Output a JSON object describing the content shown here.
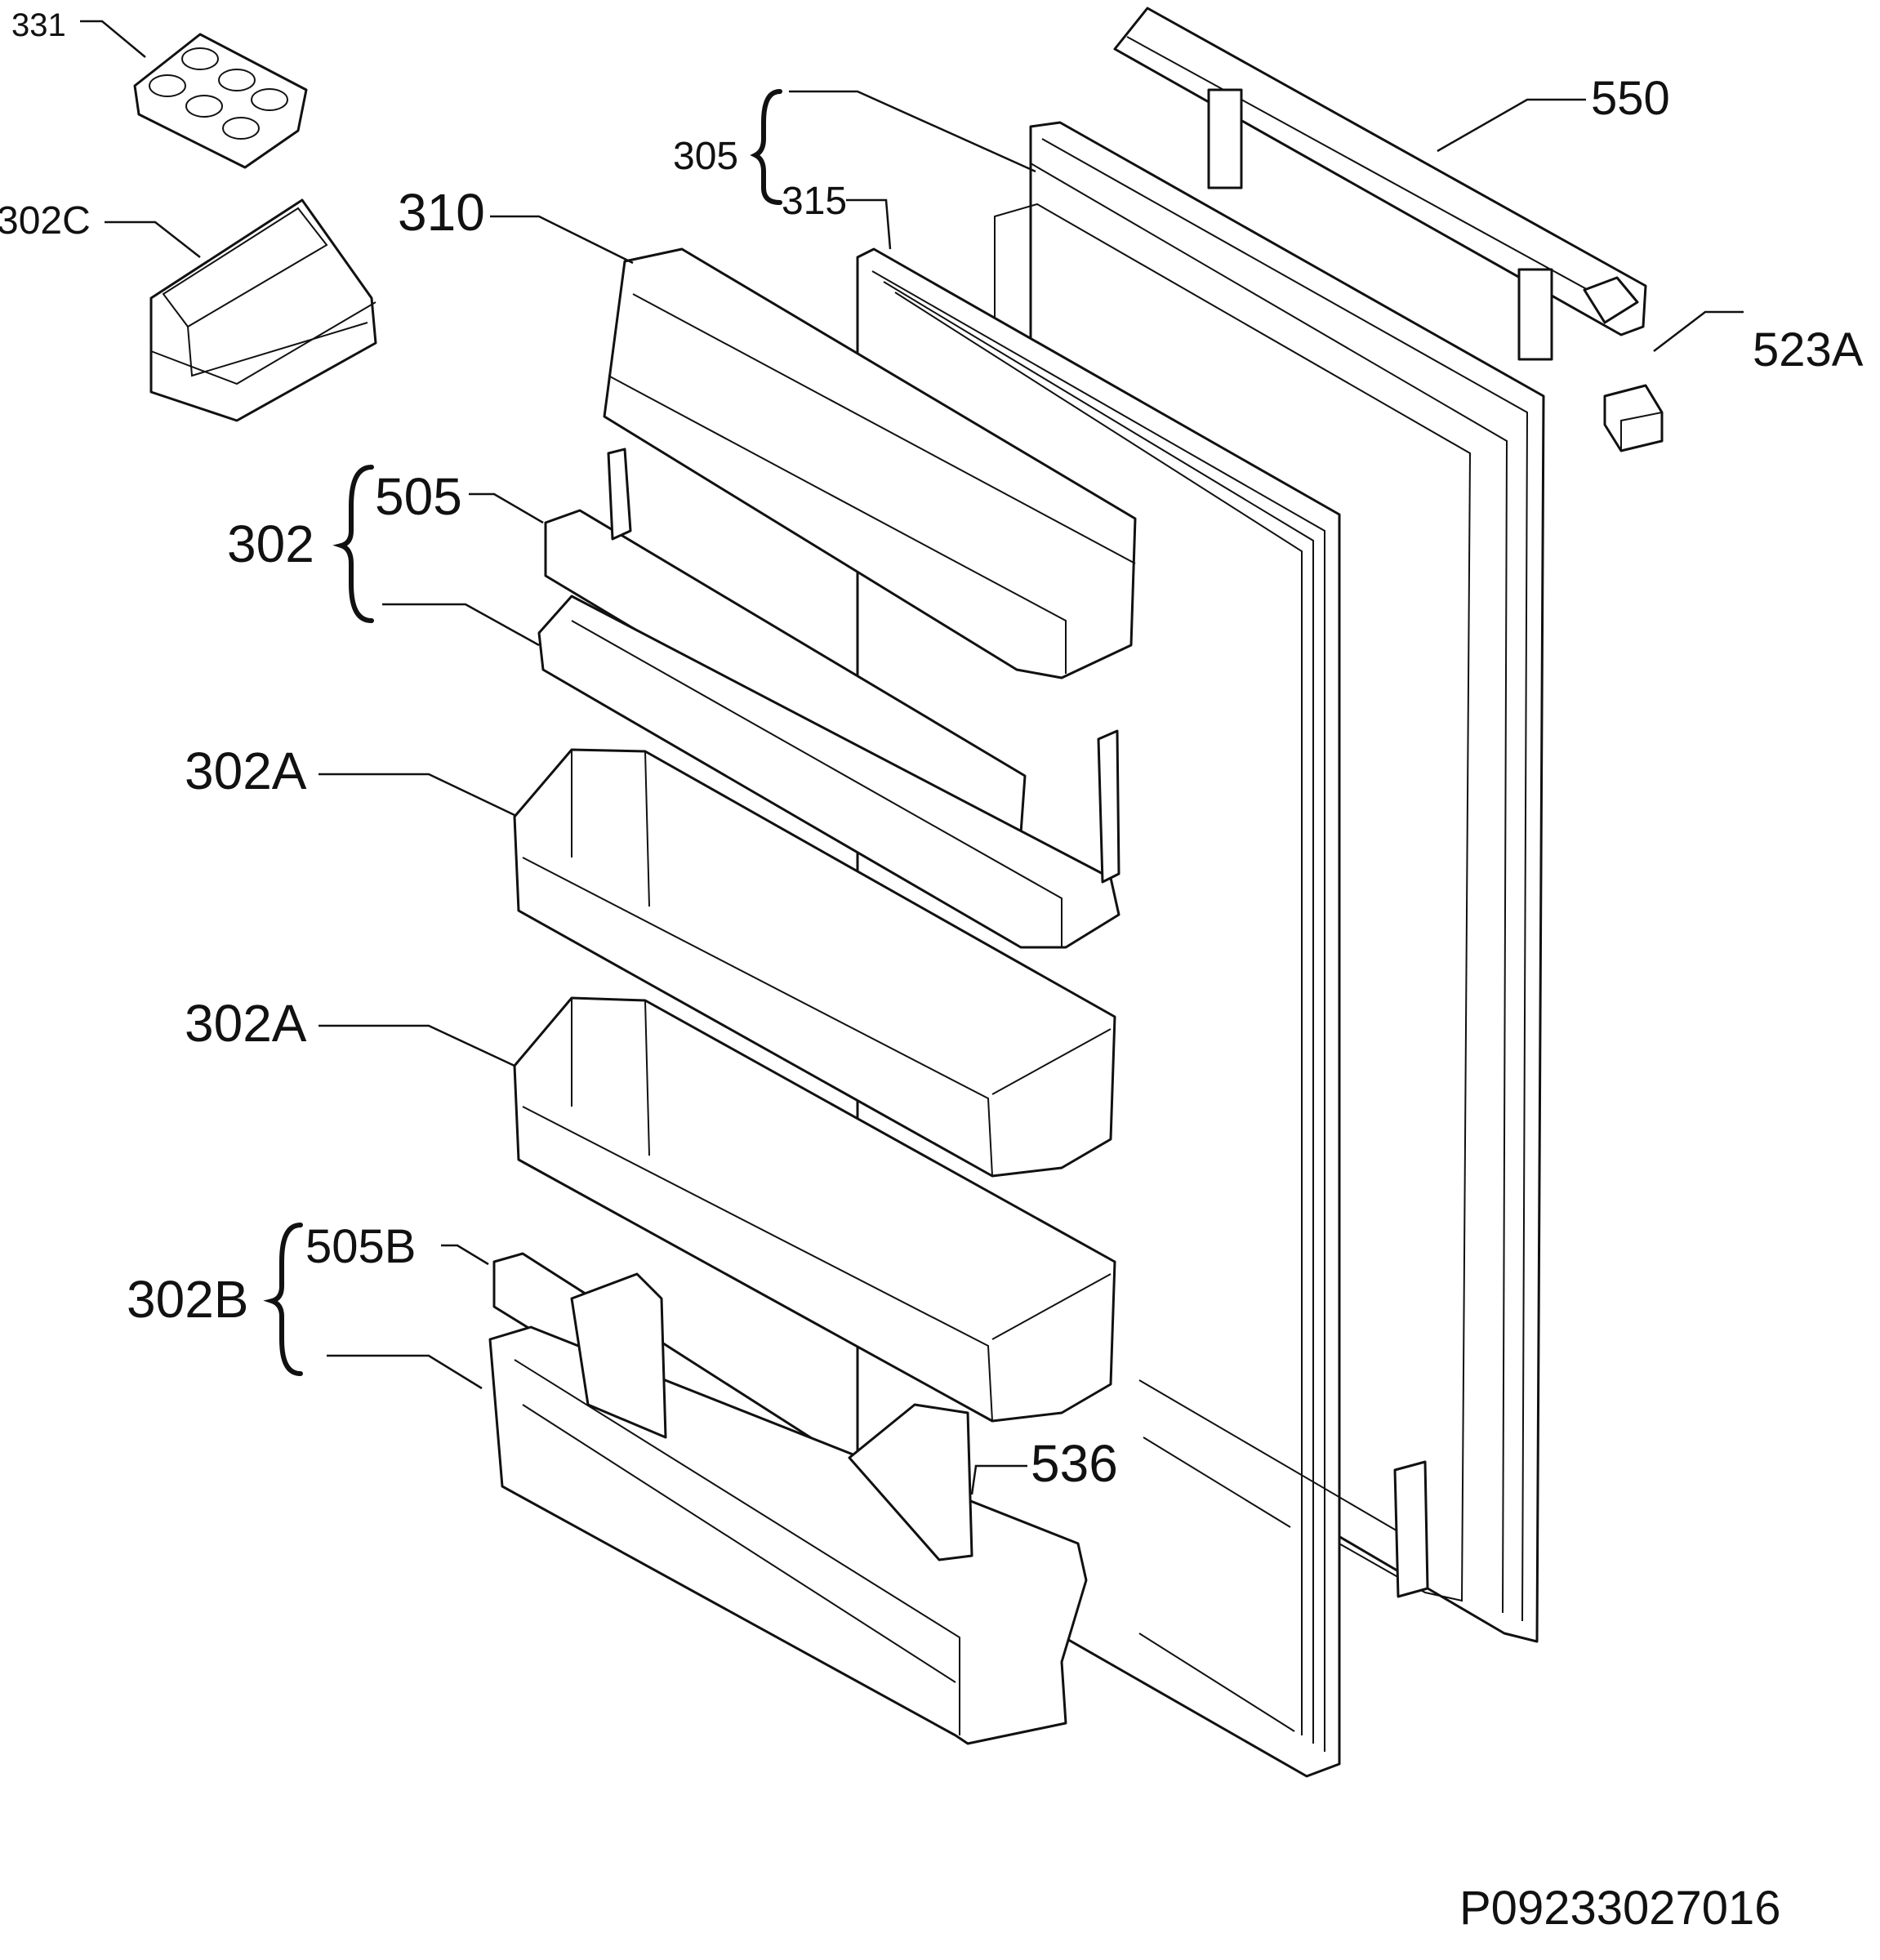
{
  "drawing_number": "P09233027016",
  "labels": {
    "egg_tray": "331",
    "butter_box": "302C",
    "door_cover": "310",
    "door_group": "305",
    "gasket": "315",
    "handle": "550",
    "hinge_cover": "523A",
    "shelf_group": "302",
    "shelf_bar": "505",
    "bottle_shelf_upper": "302A",
    "bottle_shelf_middle": "302A",
    "bottom_shelf_group": "302B",
    "bottom_shelf_bar": "505B",
    "bottle_holder": "536"
  }
}
